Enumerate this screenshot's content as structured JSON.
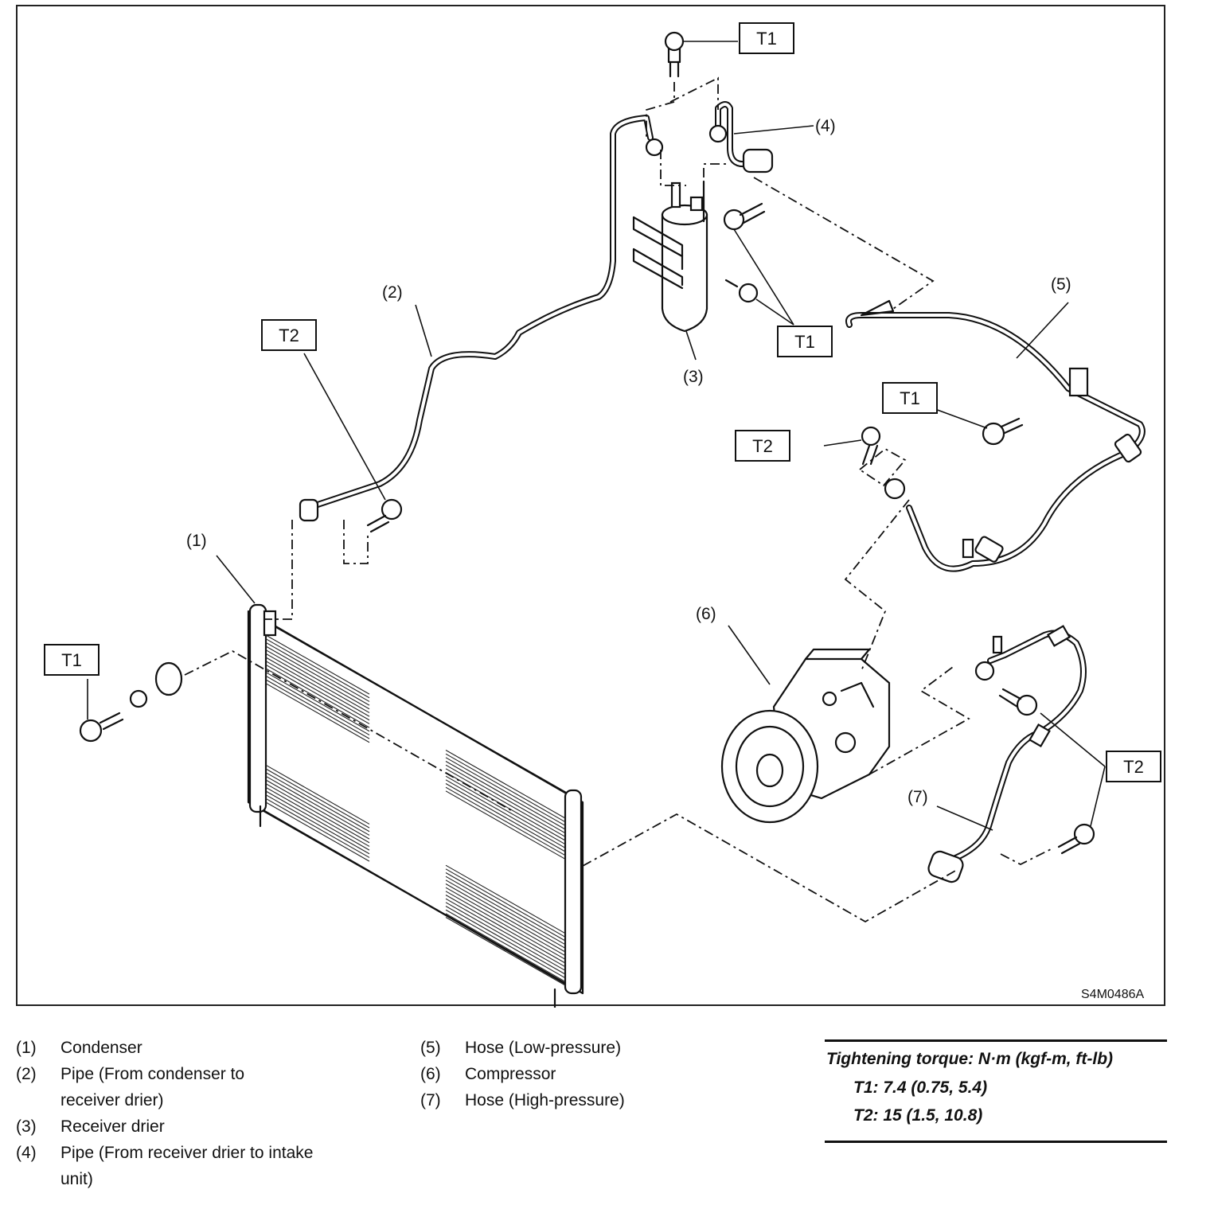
{
  "diagram": {
    "ref_code": "S4M0486A",
    "callouts": {
      "c1": "(1)",
      "c2": "(2)",
      "c3": "(3)",
      "c4": "(4)",
      "c5": "(5)",
      "c6": "(6)",
      "c7": "(7)"
    },
    "torque_tags": {
      "t1": "T1",
      "t2": "T2"
    }
  },
  "legend": {
    "items": [
      {
        "num": "(1)",
        "text": "Condenser"
      },
      {
        "num": "(2)",
        "text": "Pipe (From condenser to receiver drier)"
      },
      {
        "num": "(3)",
        "text": "Receiver drier"
      },
      {
        "num": "(4)",
        "text": "Pipe (From receiver drier to intake unit)"
      },
      {
        "num": "(5)",
        "text": "Hose (Low-pressure)"
      },
      {
        "num": "(6)",
        "text": "Compressor"
      },
      {
        "num": "(7)",
        "text": "Hose (High-pressure)"
      }
    ]
  },
  "torque": {
    "heading": "Tightening torque: N·m (kgf-m, ft-lb)",
    "t1": "T1: 7.4 (0.75, 5.4)",
    "t2": "T2: 15 (1.5, 10.8)"
  }
}
